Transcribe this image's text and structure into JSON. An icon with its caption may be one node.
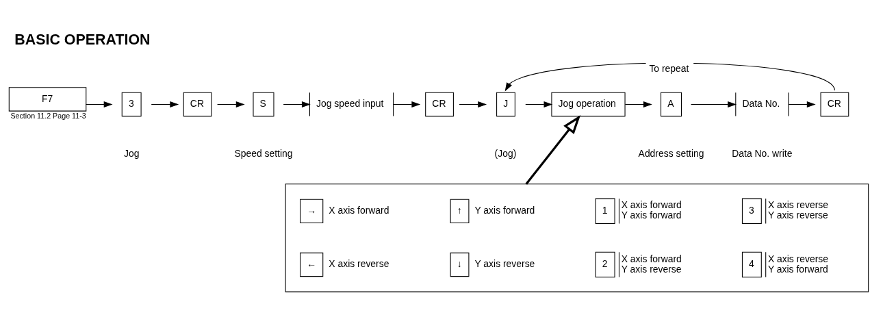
{
  "diagram": {
    "title": "BASIC OPERATION",
    "nodes": [
      {
        "text": [
          "F7"
        ],
        "beside": [
          "Section 11.2 Page 11-3"
        ]
      },
      {
        "text": [
          "3"
        ]
      },
      {
        "text": [
          "CR"
        ]
      },
      {
        "text": [
          "S"
        ]
      },
      {
        "text": [
          "Jog speed input"
        ]
      },
      {
        "text": [
          "CR"
        ]
      },
      {
        "text": [
          "J"
        ]
      },
      {
        "text": [
          "Jog operation"
        ]
      },
      {
        "text": [
          "A"
        ]
      },
      {
        "text": [
          "Data No."
        ]
      },
      {
        "text": [
          "CR"
        ]
      },
      {
        "text": [],
        "shape": "box"
      },
      {
        "text": [
          "→"
        ],
        "beside": [
          "X axis forward"
        ],
        "in": 11
      },
      {
        "text": [
          "↑"
        ],
        "beside": [
          "Y axis forward"
        ],
        "in": 11
      },
      {
        "text": [
          "1"
        ],
        "beside": [
          "X axis forward",
          "Y axis forward"
        ],
        "in": 11
      },
      {
        "text": [
          "3"
        ],
        "beside": [
          "X axis reverse",
          "Y axis reverse"
        ],
        "in": 11
      },
      {
        "text": [
          "←"
        ],
        "beside": [
          "X axis reverse"
        ],
        "in": 11
      },
      {
        "text": [
          "↓"
        ],
        "beside": [
          "Y axis reverse"
        ],
        "in": 11
      },
      {
        "text": [
          "2"
        ],
        "beside": [
          "X axis forward",
          "Y axis reverse"
        ],
        "in": 11
      },
      {
        "text": [
          "4"
        ],
        "beside": [
          "X axis reverse",
          "Y axis forward"
        ],
        "in": 11
      }
    ],
    "edges": [
      {
        "from": 0,
        "to": 1,
        "arrow": "to"
      },
      {
        "from": 1,
        "to": 2,
        "arrow": "to"
      },
      {
        "from": 2,
        "to": 3,
        "arrow": "to"
      },
      {
        "from": 3,
        "to": 4,
        "arrow": "to"
      },
      {
        "from": 4,
        "to": 5,
        "arrow": "to"
      },
      {
        "from": 5,
        "to": 6,
        "arrow": "to"
      },
      {
        "from": 6,
        "to": 7,
        "arrow": "to"
      },
      {
        "from": 7,
        "to": 8,
        "arrow": "to"
      },
      {
        "from": 8,
        "to": 9,
        "arrow": "to"
      },
      {
        "from": 9,
        "to": 10,
        "arrow": "to"
      },
      {
        "from": 10,
        "to": 6,
        "arrow": "to",
        "label": "To repeat"
      },
      {
        "from": 11,
        "to": 7,
        "arrow": "to",
        "style": "thick"
      }
    ],
    "labels": [
      "Jog",
      "Speed setting",
      "(Jog)",
      "Address setting",
      "Data No. write"
    ]
  }
}
